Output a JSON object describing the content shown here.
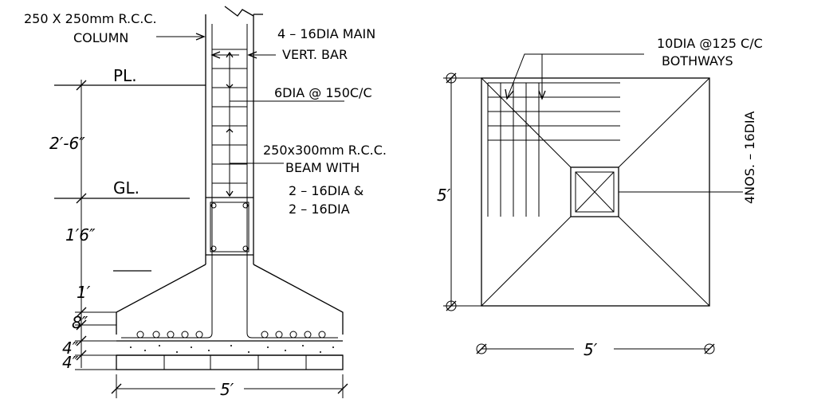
{
  "section": {
    "column_label_1": "250 X 250mm R.C.C.",
    "column_label_2": "COLUMN",
    "main_bar_1": "4 – 16DIA MAIN",
    "main_bar_2": "VERT. BAR",
    "stirrup": "6DIA @ 150C/C",
    "pl": "PL.",
    "gl": "GL.",
    "dim_2_6": "2′-6″",
    "beam_1": "250x300mm R.C.C.",
    "beam_2": "BEAM WITH",
    "beam_3": "2 – 16DIA &",
    "beam_4": "2 – 16DIA",
    "dim_1_6": "1′6″",
    "dim_1": "1′",
    "dim_8": "8″",
    "dim_4a": "4″",
    "dim_4b": "4″",
    "dim_5_bottom": "5′"
  },
  "plan": {
    "mesh_1": "10DIA @125 C/C",
    "mesh_2": "BOTHWAYS",
    "bars": "4NOS. – 16DIA",
    "dim_5_side": "5′",
    "dim_5_bottom": "5′"
  }
}
